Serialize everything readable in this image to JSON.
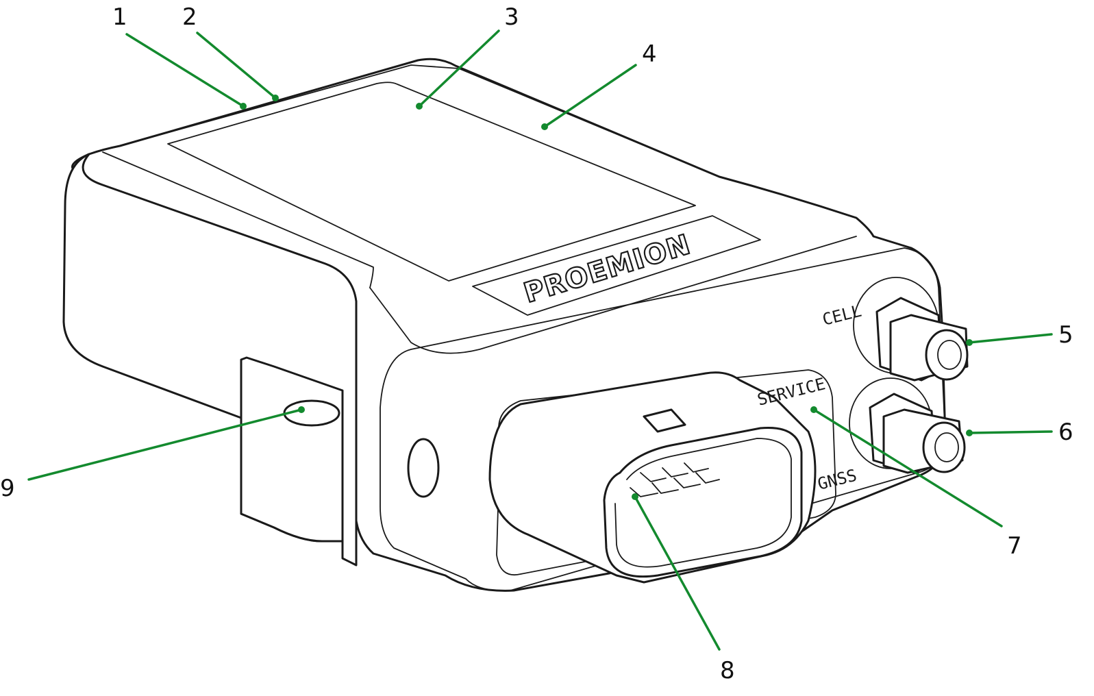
{
  "brand": {
    "logo_text": "PROEMION"
  },
  "port_labels": {
    "cell": "CELL",
    "service": "SERVICE",
    "gnss": "GNSS"
  },
  "callouts": [
    {
      "num": "1"
    },
    {
      "num": "2"
    },
    {
      "num": "3"
    },
    {
      "num": "4"
    },
    {
      "num": "5"
    },
    {
      "num": "6"
    },
    {
      "num": "7"
    },
    {
      "num": "8"
    },
    {
      "num": "9"
    }
  ],
  "colors": {
    "leader": "#138a2e",
    "outline": "#1a1a1a",
    "background": "#ffffff"
  }
}
